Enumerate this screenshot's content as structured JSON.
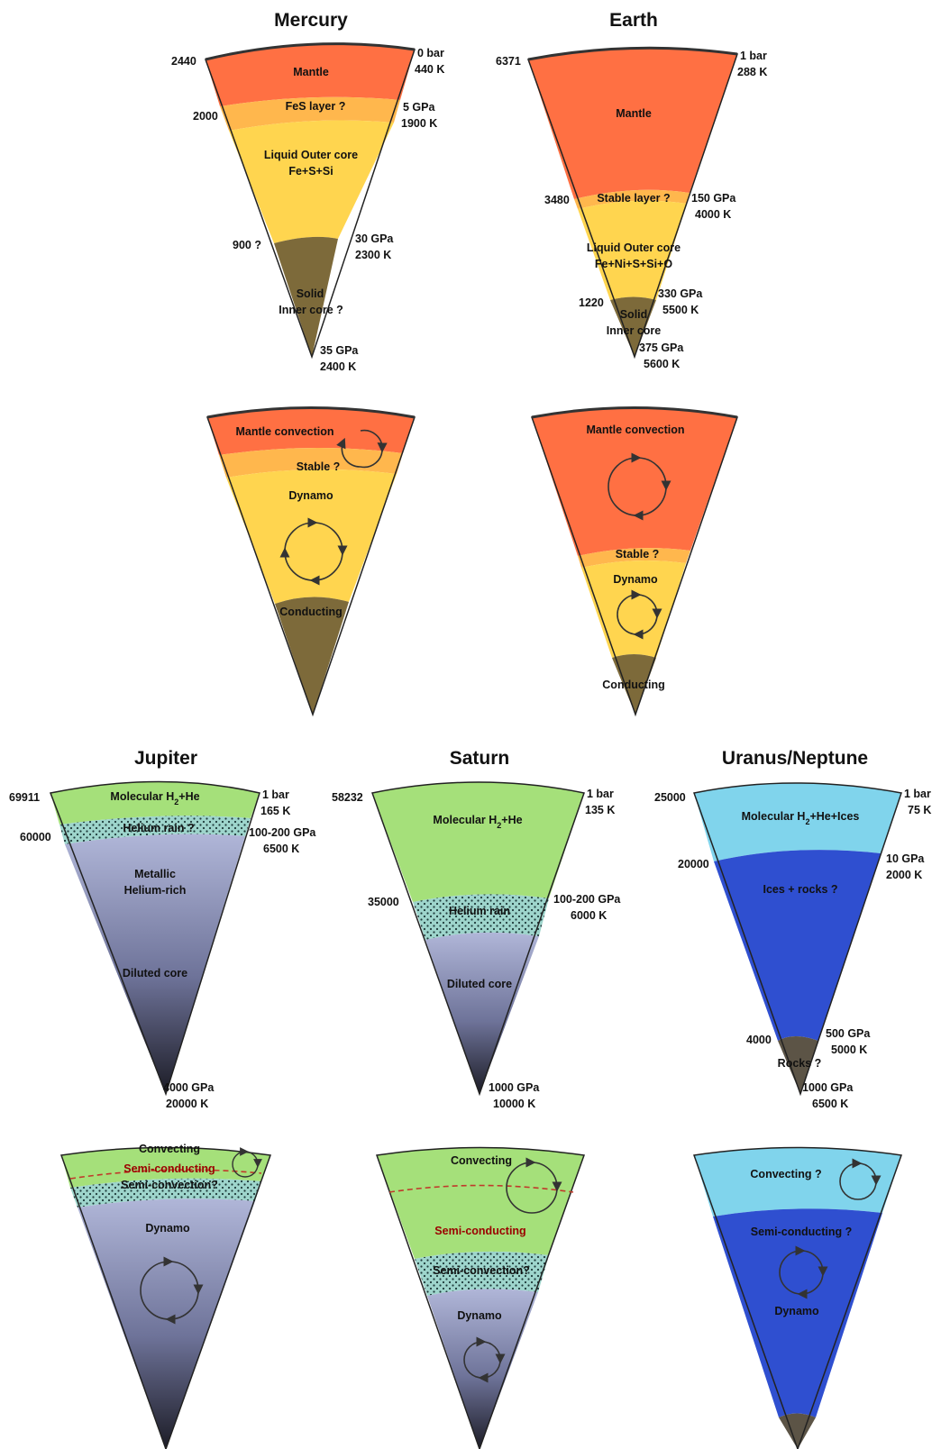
{
  "colors": {
    "mantle": "#ff7043",
    "fes": "#ffb74d",
    "outer_core": "#ffd54f",
    "inner_core": "#7d6a3a",
    "gas_green": "#a5e07a",
    "helium_layer": "#9ed5cc",
    "metallic_top": "#b0b6d8",
    "metallic_bottom": "#20202c",
    "ice_cap": "#80d4ec",
    "ice_rock": "#2f4fd0",
    "rock_core": "#5c5446",
    "semi_conducting_line": "#c0392b"
  },
  "mercury": {
    "title": "Mercury",
    "structure": {
      "layers": [
        "Mantle",
        "FeS layer ?",
        "Liquid Outer core",
        "Fe+S+Si",
        "Solid",
        "Inner core ?"
      ],
      "radii": [
        "2440",
        "2000",
        "900 ?"
      ],
      "conditions": [
        "0 bar",
        "440 K",
        "5 GPa",
        "1900 K",
        "30 GPa",
        "2300 K",
        "35 GPa",
        "2400 K"
      ]
    },
    "dynamics": {
      "layers": [
        "Mantle convection",
        "Stable ?",
        "Dynamo",
        "Conducting"
      ]
    }
  },
  "earth": {
    "title": "Earth",
    "structure": {
      "layers": [
        "Mantle",
        "Stable layer ?",
        "Liquid Outer core",
        "Fe+Ni+S+Si+O",
        "Solid",
        "Inner core"
      ],
      "radii": [
        "6371",
        "3480",
        "1220"
      ],
      "conditions": [
        "1 bar",
        "288 K",
        "150 GPa",
        "4000 K",
        "330 GPa",
        "5500 K",
        "375 GPa",
        "5600 K"
      ]
    },
    "dynamics": {
      "layers": [
        "Mantle convection",
        "Stable ?",
        "Dynamo",
        "Conducting"
      ]
    }
  },
  "jupiter": {
    "title": "Jupiter",
    "structure": {
      "layers": [
        "Molecular H",
        "+He",
        "Helium rain ?",
        "Metallic",
        "Helium-rich",
        "Diluted core"
      ],
      "radii": [
        "69911",
        "60000"
      ],
      "conditions": [
        "1 bar",
        "165 K",
        "100-200 GPa",
        "6500 K",
        "4000 GPa",
        "20000 K"
      ]
    },
    "dynamics": {
      "layers": [
        "Convecting",
        "Semi-conducting",
        "Semi-convection?",
        "Dynamo"
      ]
    }
  },
  "saturn": {
    "title": "Saturn",
    "structure": {
      "layers": [
        "Molecular H",
        "+He",
        "Helium rain",
        "Diluted core"
      ],
      "radii": [
        "58232",
        "35000"
      ],
      "conditions": [
        "1 bar",
        "135 K",
        "100-200 GPa",
        "6000 K",
        "1000 GPa",
        "10000 K"
      ]
    },
    "dynamics": {
      "layers": [
        "Convecting",
        "Semi-conducting",
        "Semi-convection?",
        "Dynamo"
      ]
    }
  },
  "uranus_neptune": {
    "title": "Uranus/Neptune",
    "structure": {
      "layers": [
        "Molecular H",
        "+He+Ices",
        "Ices + rocks ?",
        "Rocks ?"
      ],
      "radii": [
        "25000",
        "20000",
        "4000"
      ],
      "conditions": [
        "1 bar",
        "75 K",
        "10 GPa",
        "2000 K",
        "500 GPa",
        "5000 K",
        "1000 GPa",
        "6500 K"
      ]
    },
    "dynamics": {
      "layers": [
        "Convecting ?",
        "Semi-conducting ?",
        "Dynamo"
      ]
    }
  },
  "subscript_two": "2"
}
